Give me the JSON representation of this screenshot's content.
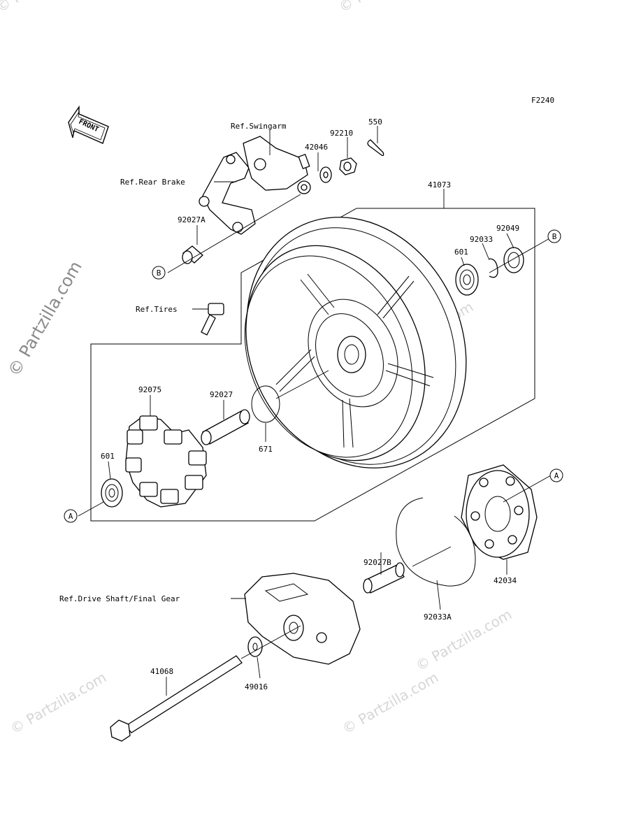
{
  "figure_code": "F2240",
  "front_arrow": "FRONT",
  "watermarks": [
    "© Partzilla.com",
    "© Partzilla.com",
    "© Partzilla.com",
    "© Partzilla.com",
    "© Partzilla.com",
    "© Partzilla.com"
  ],
  "side_watermark": "© Partzilla.com",
  "refs": {
    "swingarm": "Ref.Swingarm",
    "rear_brake": "Ref.Rear Brake",
    "tires": "Ref.Tires",
    "drive_shaft": "Ref.Drive Shaft/Final Gear"
  },
  "parts": {
    "p550": "550",
    "p92210": "92210",
    "p42046": "42046",
    "p41073": "41073",
    "p92027A": "92027A",
    "p92049": "92049",
    "p92033": "92033",
    "p601_top": "601",
    "p92075": "92075",
    "p92027": "92027",
    "p671": "671",
    "p601_left": "601",
    "p92027B": "92027B",
    "p42034": "42034",
    "p92033A": "92033A",
    "p41068": "41068",
    "p49016": "49016"
  },
  "callouts": {
    "a_left": "A",
    "a_right": "A",
    "b_left": "B",
    "b_right": "B"
  }
}
